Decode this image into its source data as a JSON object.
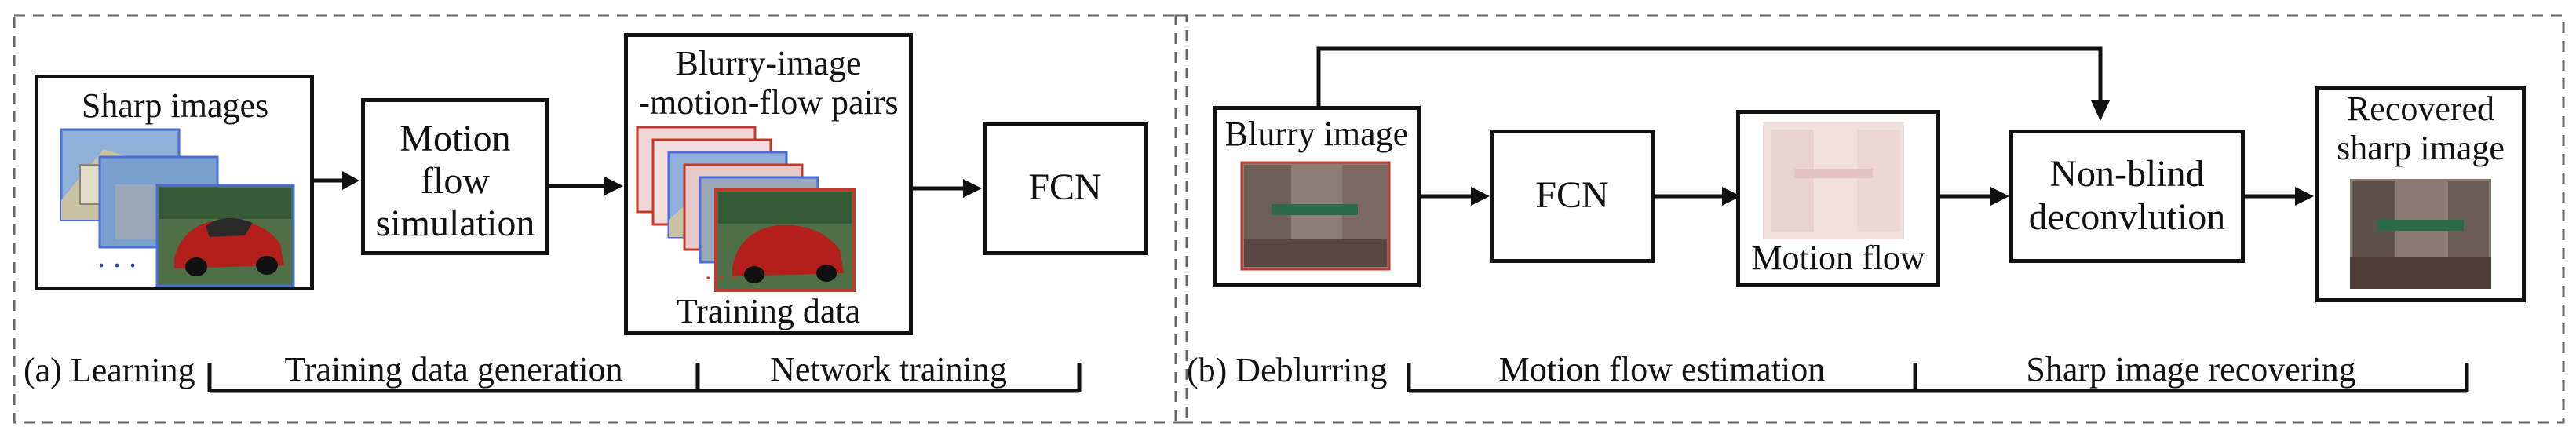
{
  "panel_a": {
    "caption": "(a) Learning",
    "sharp": {
      "title": "Sharp images"
    },
    "simulation": {
      "lines": [
        "Motion",
        "flow",
        "simulation"
      ]
    },
    "training_data": {
      "title_lines": [
        "Blurry-image",
        "-motion-flow pairs"
      ],
      "footer": "Training data"
    },
    "fcn": {
      "label": "FCN"
    },
    "brackets": {
      "first": "Training data generation",
      "second": "Network training"
    }
  },
  "panel_b": {
    "caption": "(b) Deblurring",
    "blurry": {
      "title": "Blurry image"
    },
    "fcn": {
      "label": "FCN"
    },
    "motion_flow": {
      "label": "Motion flow"
    },
    "deconv": {
      "lines": [
        "Non-blind",
        "deconvlution"
      ]
    },
    "recovered": {
      "title_lines": [
        "Recovered",
        "sharp image"
      ]
    },
    "brackets": {
      "first": "Motion flow estimation",
      "second": "Sharp image recovering"
    }
  },
  "colors": {
    "frame_blue": "#4a6fd6",
    "frame_red": "#c0392b",
    "car_red": "#b3201c",
    "dashed": "#777777"
  }
}
